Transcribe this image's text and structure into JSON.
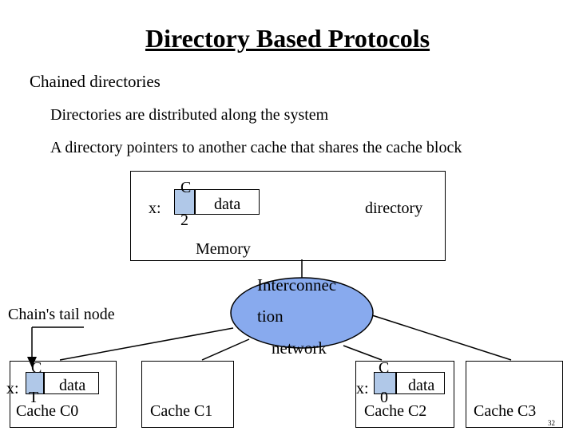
{
  "title": "Directory Based Protocols",
  "bullets": [
    "Chained directories",
    "Directories are distributed along the system",
    "A directory pointers to another cache that shares the cache block"
  ],
  "memory": {
    "x_label": "x:",
    "state_top": "C",
    "state_bottom": "2",
    "data_label": "data",
    "directory_label": "directory",
    "name": "Memory"
  },
  "network": {
    "line1": "Interconnec",
    "line2": "tion",
    "line3": "network"
  },
  "tail_label": "Chain's tail node",
  "caches": [
    {
      "name": "Cache C0",
      "x_label": "x:",
      "state_top": "C",
      "state_bottom": "T",
      "data_label": "data"
    },
    {
      "name": "Cache C1"
    },
    {
      "name": "Cache C2",
      "x_label": "x:",
      "state_top": "C",
      "state_bottom": "0",
      "data_label": "data"
    },
    {
      "name": "Cache C3"
    }
  ],
  "page_number": "32",
  "colors": {
    "network_fill": "#88aaee",
    "cell_fill": "#b0c8e8"
  }
}
